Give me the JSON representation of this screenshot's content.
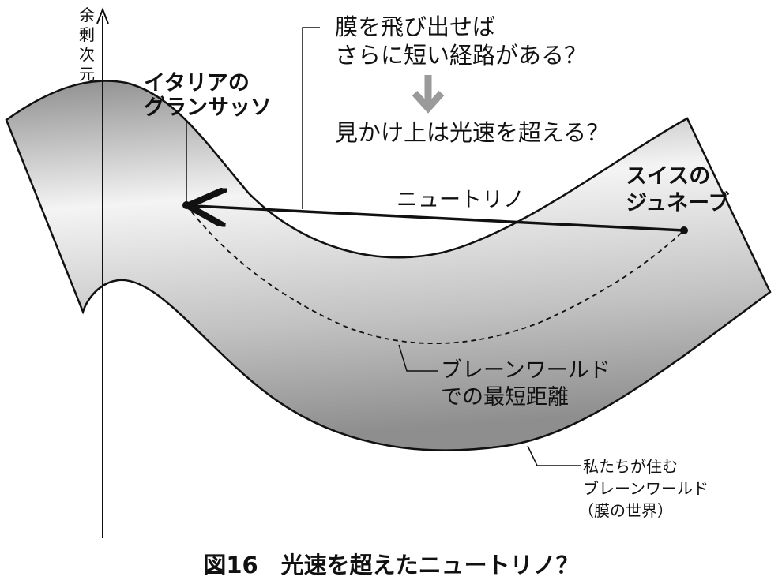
{
  "axis": {
    "label_chars": [
      "余",
      "剰",
      "次",
      "元"
    ]
  },
  "annotations": {
    "question_line1": "膜を飛び出せば",
    "question_line2": "さらに短い経路がある？",
    "conclusion": "見かけ上は光速を超える？",
    "neutrino": "ニュートリノ",
    "shortest_line1": "ブレーンワールド",
    "shortest_line2": "での最短距離",
    "world_line1": "私たちが住む",
    "world_line2": "ブレーンワールド",
    "world_line3": "（膜の世界）"
  },
  "locations": {
    "italy_line1": "イタリアの",
    "italy_line2": "グランサッソ",
    "swiss_line1": "スイスの",
    "swiss_line2": "ジュネーブ"
  },
  "caption": "図16　光速を超えたニュートリノ？",
  "colors": {
    "sheet_light": "#f4f4f4",
    "sheet_mid": "#c2c2c2",
    "sheet_dark": "#8e8e8e",
    "arrow_gray": "#9a9a9a",
    "ink": "#111111"
  }
}
